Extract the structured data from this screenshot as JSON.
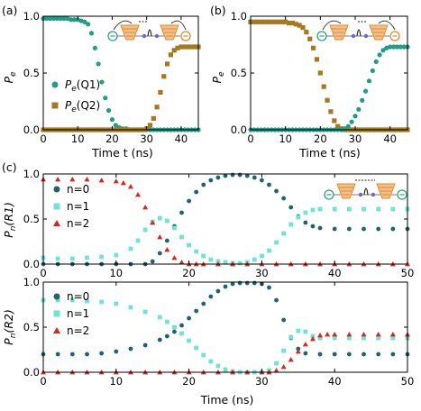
{
  "colors": {
    "q1": "#1f9d85",
    "q2": "#a8781f",
    "n0": "#1d6470",
    "n1": "#6fe3d6",
    "n2": "#d9261c",
    "inset_orange": "#e08a2c",
    "inset_green": "#2aa87a",
    "inset_purple": "#7066c8"
  },
  "chart_data": [
    {
      "id": "a",
      "type": "scatter",
      "panel_label": "(a)",
      "xlabel": "Time t (ns)",
      "ylabel": "P_e",
      "ylabel_main": "P",
      "ylabel_sub": "e",
      "xlim": [
        0,
        45
      ],
      "ylim": [
        0,
        1.0
      ],
      "xticks": [
        0,
        10,
        20,
        30,
        40
      ],
      "yticks": [
        "0.0",
        "0.5",
        "1.0"
      ],
      "xtick_labels": [
        "0",
        "10",
        "20",
        "30",
        "40"
      ],
      "legend": [
        {
          "label_main": "P",
          "label_sub": "e",
          "label_rest": "(Q1)",
          "color": "#1f9d85"
        },
        {
          "label_main": "P",
          "label_sub": "e",
          "label_rest": "(Q2)",
          "color": "#a8781f"
        }
      ],
      "series": [
        {
          "name": "Pe(Q1)",
          "marker": "circle",
          "color": "#1f9d85",
          "x": [
            0,
            1,
            2,
            3,
            4,
            5,
            6,
            7,
            8,
            9,
            10,
            11,
            12,
            13,
            14,
            15,
            16,
            17,
            18,
            19,
            20,
            21,
            22,
            23,
            24,
            25,
            26,
            27,
            28,
            29,
            30,
            31,
            32,
            33,
            34,
            35,
            36,
            37,
            38,
            39,
            40,
            41,
            42,
            43,
            44,
            45
          ],
          "y": [
            0.98,
            0.98,
            0.98,
            0.98,
            0.98,
            0.98,
            0.98,
            0.98,
            0.97,
            0.97,
            0.97,
            0.96,
            0.95,
            0.93,
            0.85,
            0.72,
            0.58,
            0.42,
            0.28,
            0.17,
            0.09,
            0.04,
            0.02,
            0.01,
            0.01,
            0.0,
            0.0,
            0.0,
            0.0,
            0.0,
            0.0,
            0.0,
            0.0,
            0.0,
            0.0,
            0.0,
            0.0,
            0.0,
            0.0,
            0.0,
            0.0,
            0.0,
            0.0,
            0.0,
            0.0,
            0.0
          ]
        },
        {
          "name": "Pe(Q2)",
          "marker": "square",
          "color": "#a8781f",
          "x": [
            0,
            1,
            2,
            3,
            4,
            5,
            6,
            7,
            8,
            9,
            10,
            11,
            12,
            13,
            14,
            15,
            16,
            17,
            18,
            19,
            20,
            21,
            22,
            23,
            24,
            25,
            26,
            27,
            28,
            29,
            30,
            31,
            32,
            33,
            34,
            35,
            36,
            37,
            38,
            39,
            40,
            41,
            42,
            43,
            44,
            45
          ],
          "y": [
            0.0,
            0.0,
            0.0,
            0.0,
            0.0,
            0.0,
            0.0,
            0.0,
            0.0,
            0.0,
            0.0,
            0.0,
            0.0,
            0.0,
            0.0,
            0.0,
            0.0,
            0.0,
            0.0,
            0.0,
            0.0,
            0.0,
            0.0,
            0.0,
            0.0,
            0.0,
            0.0,
            0.0,
            0.0,
            0.0,
            0.01,
            0.04,
            0.1,
            0.2,
            0.33,
            0.47,
            0.58,
            0.66,
            0.7,
            0.72,
            0.73,
            0.73,
            0.73,
            0.73,
            0.73,
            0.73
          ]
        }
      ]
    },
    {
      "id": "b",
      "type": "scatter",
      "panel_label": "(b)",
      "xlabel": "Time t (ns)",
      "ylabel": "P_e",
      "ylabel_main": "P",
      "ylabel_sub": "e",
      "xlim": [
        0,
        45
      ],
      "ylim": [
        0,
        1.0
      ],
      "xticks": [
        0,
        10,
        20,
        30,
        40
      ],
      "yticks": [
        "0.0",
        "0.5",
        "1.0"
      ],
      "xtick_labels": [
        "0",
        "10",
        "20",
        "30",
        "40"
      ],
      "series": [
        {
          "name": "Pe(Q2)",
          "marker": "square",
          "color": "#a8781f",
          "x": [
            0,
            1,
            2,
            3,
            4,
            5,
            6,
            7,
            8,
            9,
            10,
            11,
            12,
            13,
            14,
            15,
            16,
            17,
            18,
            19,
            20,
            21,
            22,
            23,
            24,
            25,
            26,
            27,
            28,
            29,
            30,
            31,
            32,
            33,
            34,
            35,
            36,
            37,
            38,
            39,
            40,
            41,
            42,
            43,
            44,
            45
          ],
          "y": [
            0.95,
            0.95,
            0.95,
            0.95,
            0.95,
            0.95,
            0.95,
            0.95,
            0.95,
            0.95,
            0.95,
            0.94,
            0.94,
            0.93,
            0.92,
            0.9,
            0.86,
            0.8,
            0.72,
            0.62,
            0.5,
            0.38,
            0.26,
            0.16,
            0.08,
            0.03,
            0.01,
            0.0,
            0.0,
            0.0,
            0.0,
            0.0,
            0.0,
            0.0,
            0.0,
            0.0,
            0.0,
            0.0,
            0.0,
            0.0,
            0.0,
            0.0,
            0.0,
            0.0,
            0.0,
            0.0
          ]
        },
        {
          "name": "Pe(Q1)",
          "marker": "circle",
          "color": "#1f9d85",
          "x": [
            0,
            1,
            2,
            3,
            4,
            5,
            6,
            7,
            8,
            9,
            10,
            11,
            12,
            13,
            14,
            15,
            16,
            17,
            18,
            19,
            20,
            21,
            22,
            23,
            24,
            25,
            26,
            27,
            28,
            29,
            30,
            31,
            32,
            33,
            34,
            35,
            36,
            37,
            38,
            39,
            40,
            41,
            42,
            43,
            44,
            45
          ],
          "y": [
            0.0,
            0.0,
            0.0,
            0.0,
            0.0,
            0.0,
            0.0,
            0.0,
            0.0,
            0.0,
            0.0,
            0.0,
            0.0,
            0.0,
            0.0,
            0.0,
            0.0,
            0.0,
            0.0,
            0.0,
            0.0,
            0.0,
            0.0,
            0.0,
            0.0,
            0.0,
            0.0,
            0.01,
            0.03,
            0.07,
            0.12,
            0.18,
            0.26,
            0.34,
            0.43,
            0.52,
            0.6,
            0.66,
            0.7,
            0.72,
            0.73,
            0.73,
            0.73,
            0.73,
            0.73,
            0.73
          ]
        }
      ]
    },
    {
      "id": "c-top",
      "type": "scatter",
      "panel_label": "(c)",
      "xlabel": "",
      "ylabel": "P_n(R1)",
      "ylabel_main": "P",
      "ylabel_sub": "n",
      "ylabel_rest": "(R1)",
      "xlim": [
        0,
        50
      ],
      "ylim": [
        0,
        1.0
      ],
      "xticks": [
        0,
        10,
        20,
        30,
        40,
        50
      ],
      "yticks": [
        "0.0",
        "0.5",
        "1.0"
      ],
      "xtick_labels": [
        "0",
        "10",
        "20",
        "30",
        "40",
        "50"
      ],
      "legend": [
        {
          "label": "n=0",
          "marker": "circle",
          "color": "#1d6470"
        },
        {
          "label": "n=1",
          "marker": "square",
          "color": "#6fe3d6"
        },
        {
          "label": "n=2",
          "marker": "triangle",
          "color": "#d9261c"
        }
      ],
      "series": [
        {
          "name": "n=0",
          "marker": "circle",
          "color": "#1d6470",
          "x": [
            0,
            2,
            4,
            6,
            8,
            10,
            12,
            14,
            15,
            16,
            17,
            18,
            19,
            20,
            21,
            22,
            23,
            24,
            25,
            26,
            27,
            28,
            29,
            30,
            31,
            32,
            33,
            34,
            35,
            36,
            37,
            38,
            40,
            42,
            44,
            46,
            48,
            50
          ],
          "y": [
            0.0,
            0.0,
            0.0,
            0.0,
            0.0,
            0.0,
            0.0,
            0.0,
            0.03,
            0.12,
            0.26,
            0.42,
            0.57,
            0.7,
            0.8,
            0.88,
            0.93,
            0.96,
            0.98,
            0.99,
            0.99,
            0.98,
            0.96,
            0.93,
            0.88,
            0.81,
            0.73,
            0.63,
            0.53,
            0.46,
            0.42,
            0.4,
            0.39,
            0.39,
            0.39,
            0.39,
            0.39,
            0.39
          ]
        },
        {
          "name": "n=1",
          "marker": "square",
          "color": "#6fe3d6",
          "x": [
            0,
            2,
            4,
            6,
            8,
            10,
            12,
            13,
            14,
            15,
            16,
            17,
            18,
            19,
            20,
            21,
            22,
            23,
            24,
            25,
            26,
            27,
            28,
            29,
            30,
            31,
            32,
            33,
            34,
            35,
            36,
            37,
            38,
            40,
            42,
            44,
            46,
            48,
            50
          ],
          "y": [
            0.07,
            0.06,
            0.06,
            0.07,
            0.08,
            0.1,
            0.17,
            0.26,
            0.38,
            0.47,
            0.51,
            0.48,
            0.4,
            0.3,
            0.21,
            0.14,
            0.09,
            0.05,
            0.03,
            0.02,
            0.01,
            0.01,
            0.02,
            0.05,
            0.09,
            0.15,
            0.24,
            0.34,
            0.44,
            0.52,
            0.57,
            0.6,
            0.61,
            0.61,
            0.61,
            0.61,
            0.61,
            0.61,
            0.61
          ]
        },
        {
          "name": "n=2",
          "marker": "triangle",
          "color": "#d9261c",
          "x": [
            0,
            2,
            4,
            6,
            8,
            10,
            11,
            12,
            13,
            14,
            15,
            16,
            17,
            18,
            19,
            20,
            21,
            22,
            24,
            26,
            28,
            30,
            32,
            34,
            36,
            38,
            40,
            42,
            44,
            46,
            48,
            50
          ],
          "y": [
            0.94,
            0.94,
            0.94,
            0.94,
            0.93,
            0.92,
            0.9,
            0.86,
            0.77,
            0.63,
            0.46,
            0.3,
            0.16,
            0.07,
            0.02,
            0.0,
            0.0,
            0.0,
            0.0,
            0.0,
            0.0,
            0.0,
            0.0,
            0.0,
            0.0,
            0.0,
            0.0,
            0.0,
            0.0,
            0.0,
            0.0,
            0.0
          ]
        }
      ]
    },
    {
      "id": "c-bottom",
      "type": "scatter",
      "panel_label": "",
      "xlabel": "Time (ns)",
      "ylabel": "P_n(R2)",
      "ylabel_main": "P",
      "ylabel_sub": "n",
      "ylabel_rest": "(R2)",
      "xlim": [
        0,
        50
      ],
      "ylim": [
        0,
        1.0
      ],
      "xticks": [
        0,
        10,
        20,
        30,
        40,
        50
      ],
      "yticks": [
        "0.0",
        "0.5",
        "1.0"
      ],
      "xtick_labels": [
        "0",
        "10",
        "20",
        "30",
        "40",
        "50"
      ],
      "legend": [
        {
          "label": "n=0",
          "marker": "circle",
          "color": "#1d6470"
        },
        {
          "label": "n=1",
          "marker": "square",
          "color": "#6fe3d6"
        },
        {
          "label": "n=2",
          "marker": "triangle",
          "color": "#d9261c"
        }
      ],
      "series": [
        {
          "name": "n=0",
          "marker": "circle",
          "color": "#1d6470",
          "x": [
            0,
            2,
            4,
            6,
            8,
            10,
            12,
            14,
            16,
            17,
            18,
            19,
            20,
            21,
            22,
            23,
            24,
            25,
            26,
            27,
            28,
            29,
            30,
            31,
            32,
            33,
            34,
            35,
            36,
            38,
            40,
            42,
            44,
            46,
            48,
            50
          ],
          "y": [
            0.2,
            0.2,
            0.2,
            0.2,
            0.21,
            0.23,
            0.26,
            0.3,
            0.36,
            0.4,
            0.45,
            0.52,
            0.6,
            0.68,
            0.76,
            0.84,
            0.9,
            0.95,
            0.98,
            0.99,
            0.99,
            0.99,
            0.98,
            0.94,
            0.8,
            0.58,
            0.38,
            0.26,
            0.21,
            0.2,
            0.2,
            0.2,
            0.2,
            0.2,
            0.2,
            0.2
          ]
        },
        {
          "name": "n=1",
          "marker": "square",
          "color": "#6fe3d6",
          "x": [
            0,
            2,
            4,
            6,
            8,
            10,
            12,
            14,
            16,
            17,
            18,
            19,
            20,
            21,
            22,
            23,
            24,
            25,
            26,
            27,
            28,
            29,
            30,
            31,
            32,
            33,
            34,
            35,
            36,
            37,
            38,
            40,
            42,
            44,
            46,
            48,
            50
          ],
          "y": [
            0.8,
            0.8,
            0.8,
            0.79,
            0.78,
            0.76,
            0.72,
            0.67,
            0.61,
            0.56,
            0.5,
            0.43,
            0.35,
            0.27,
            0.19,
            0.12,
            0.07,
            0.03,
            0.01,
            0.0,
            0.0,
            0.0,
            0.0,
            0.02,
            0.1,
            0.24,
            0.39,
            0.46,
            0.45,
            0.4,
            0.38,
            0.38,
            0.38,
            0.38,
            0.38,
            0.38,
            0.38
          ]
        },
        {
          "name": "n=2",
          "marker": "triangle",
          "color": "#d9261c",
          "x": [
            0,
            2,
            4,
            6,
            8,
            10,
            12,
            14,
            16,
            18,
            20,
            22,
            24,
            26,
            28,
            30,
            31,
            32,
            33,
            34,
            35,
            36,
            37,
            38,
            39,
            40,
            42,
            44,
            46,
            48,
            50
          ],
          "y": [
            0.0,
            0.0,
            0.0,
            0.0,
            0.0,
            0.0,
            0.0,
            0.0,
            0.0,
            0.0,
            0.0,
            0.0,
            0.0,
            0.0,
            0.0,
            0.0,
            0.0,
            0.02,
            0.06,
            0.14,
            0.23,
            0.31,
            0.37,
            0.41,
            0.42,
            0.42,
            0.42,
            0.42,
            0.42,
            0.42,
            0.42
          ]
        }
      ]
    }
  ]
}
